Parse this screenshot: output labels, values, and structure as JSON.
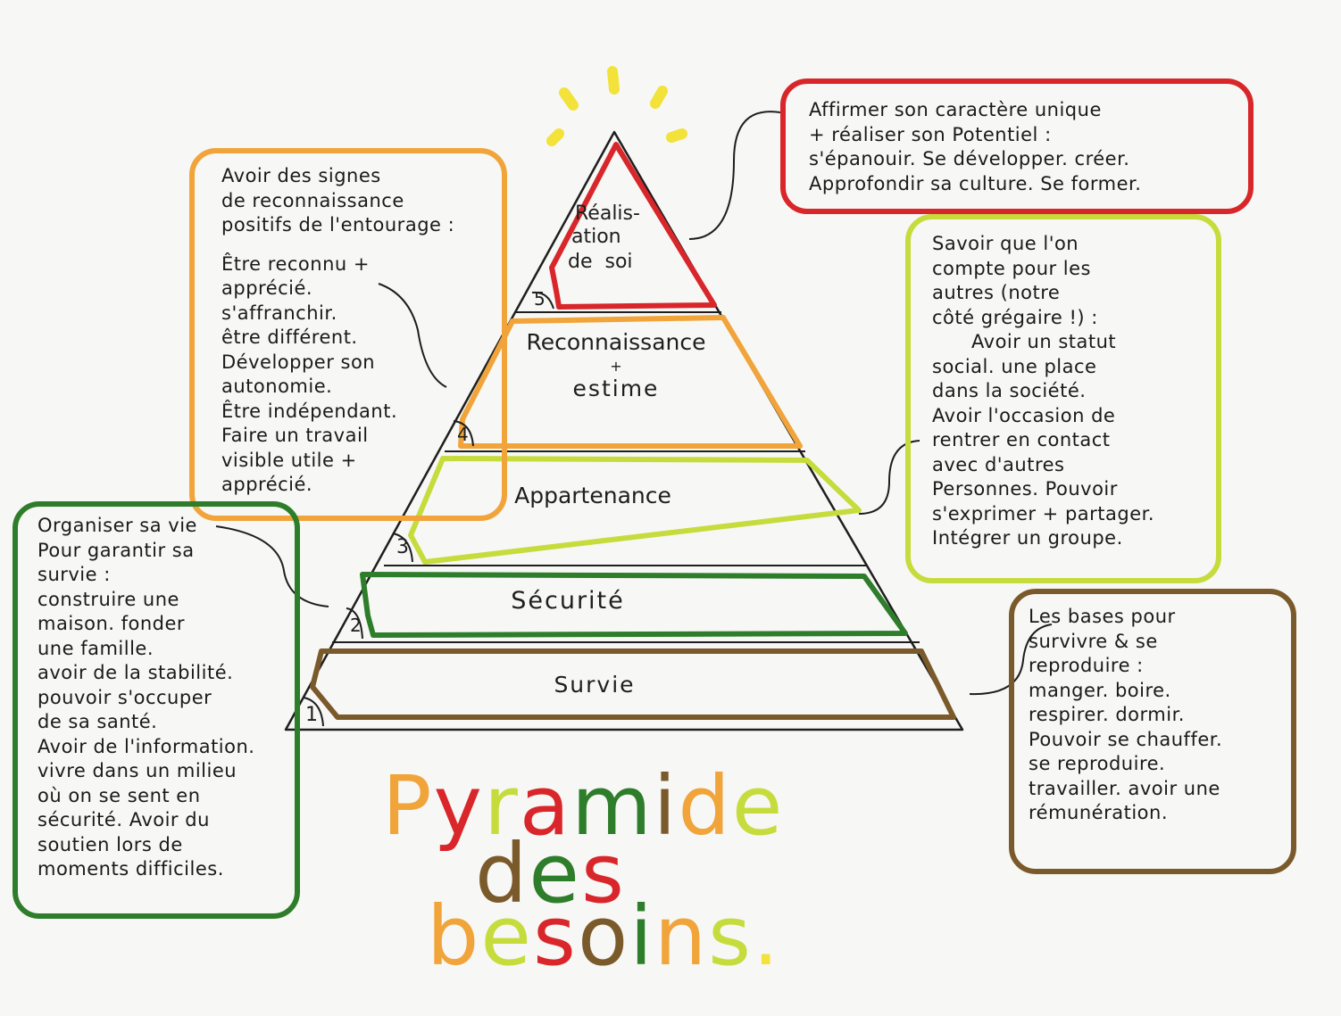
{
  "colors": {
    "red": "#d8262a",
    "orange": "#f0a43a",
    "lime": "#c6dc3c",
    "green": "#2e7d2b",
    "brown": "#7a5a2a",
    "yellow": "#f2e23a",
    "ink": "#1e1e1e"
  },
  "levels": [
    {
      "number": "1",
      "label": "Survie",
      "label2": "",
      "color": "#7a5a2a"
    },
    {
      "number": "2",
      "label": "Sécurité",
      "label2": "",
      "color": "#2e7d2b"
    },
    {
      "number": "3",
      "label": "Appartenance",
      "label2": "",
      "color": "#c6dc3c"
    },
    {
      "number": "4",
      "label": "Reconnaissance",
      "label2": "estime",
      "plus": "+",
      "color": "#f0a43a"
    },
    {
      "number": "5",
      "label": "Réalis-",
      "label2": "ation",
      "label3": "de  soi",
      "color": "#d8262a"
    }
  ],
  "notes": {
    "realisation": {
      "lines": [
        "Affirmer son caractère unique",
        "+ réaliser son Potentiel :",
        "s'épanouir. Se développer. créer.",
        "Approfondir sa culture. Se former."
      ]
    },
    "reconnaissance": {
      "lines": [
        "Avoir des signes",
        "de reconnaissance",
        "positifs de l'entourage :",
        "",
        "Être reconnu +",
        "apprécié.",
        "s'affranchir.",
        "être différent.",
        "Développer son",
        "autonomie.",
        "Être indépendant.",
        "Faire un travail",
        "visible utile +",
        "apprécié."
      ]
    },
    "appartenance": {
      "lines": [
        "Savoir que l'on",
        "compte pour les",
        "autres (notre",
        "côté grégaire !) :",
        "Avoir un statut",
        "social. une place",
        "dans la société.",
        "Avoir l'occasion de",
        "rentrer en contact",
        "avec d'autres",
        "Personnes. Pouvoir",
        "s'exprimer + partager.",
        "Intégrer un groupe."
      ]
    },
    "securite": {
      "lines": [
        "Organiser sa vie",
        "Pour garantir sa",
        "survie :",
        "construire une",
        "maison. fonder",
        "une famille.",
        "avoir de la stabilité.",
        "pouvoir s'occuper",
        "de sa santé.",
        "Avoir de l'information.",
        "vivre dans un milieu",
        "où on se sent en",
        "sécurité. Avoir du",
        "soutien lors de",
        "moments difficiles."
      ]
    },
    "survie": {
      "lines": [
        "Les bases pour",
        "survivre & se",
        "reproduire :",
        "manger. boire.",
        "respirer. dormir.",
        "Pouvoir se chauffer.",
        "se reproduire.",
        "travailler. avoir une",
        "rémunération."
      ]
    }
  },
  "title": {
    "line1": "Pyramide",
    "line2": "des",
    "line3": "besoins",
    "dot": ".",
    "line1_colors": [
      "#f0a43a",
      "#d8262a",
      "#c6dc3c",
      "#d8262a",
      "#2e7d2b",
      "#7a5a2a",
      "#f0a43a",
      "#c6dc3c"
    ],
    "line2_colors": [
      "#7a5a2a",
      "#2e7d2b",
      "#d8262a"
    ],
    "line3_colors": [
      "#f0a43a",
      "#c6dc3c",
      "#d8262a",
      "#7a5a2a",
      "#2e7d2b",
      "#f0a43a",
      "#c6dc3c"
    ],
    "dot_color": "#f2e23a"
  }
}
